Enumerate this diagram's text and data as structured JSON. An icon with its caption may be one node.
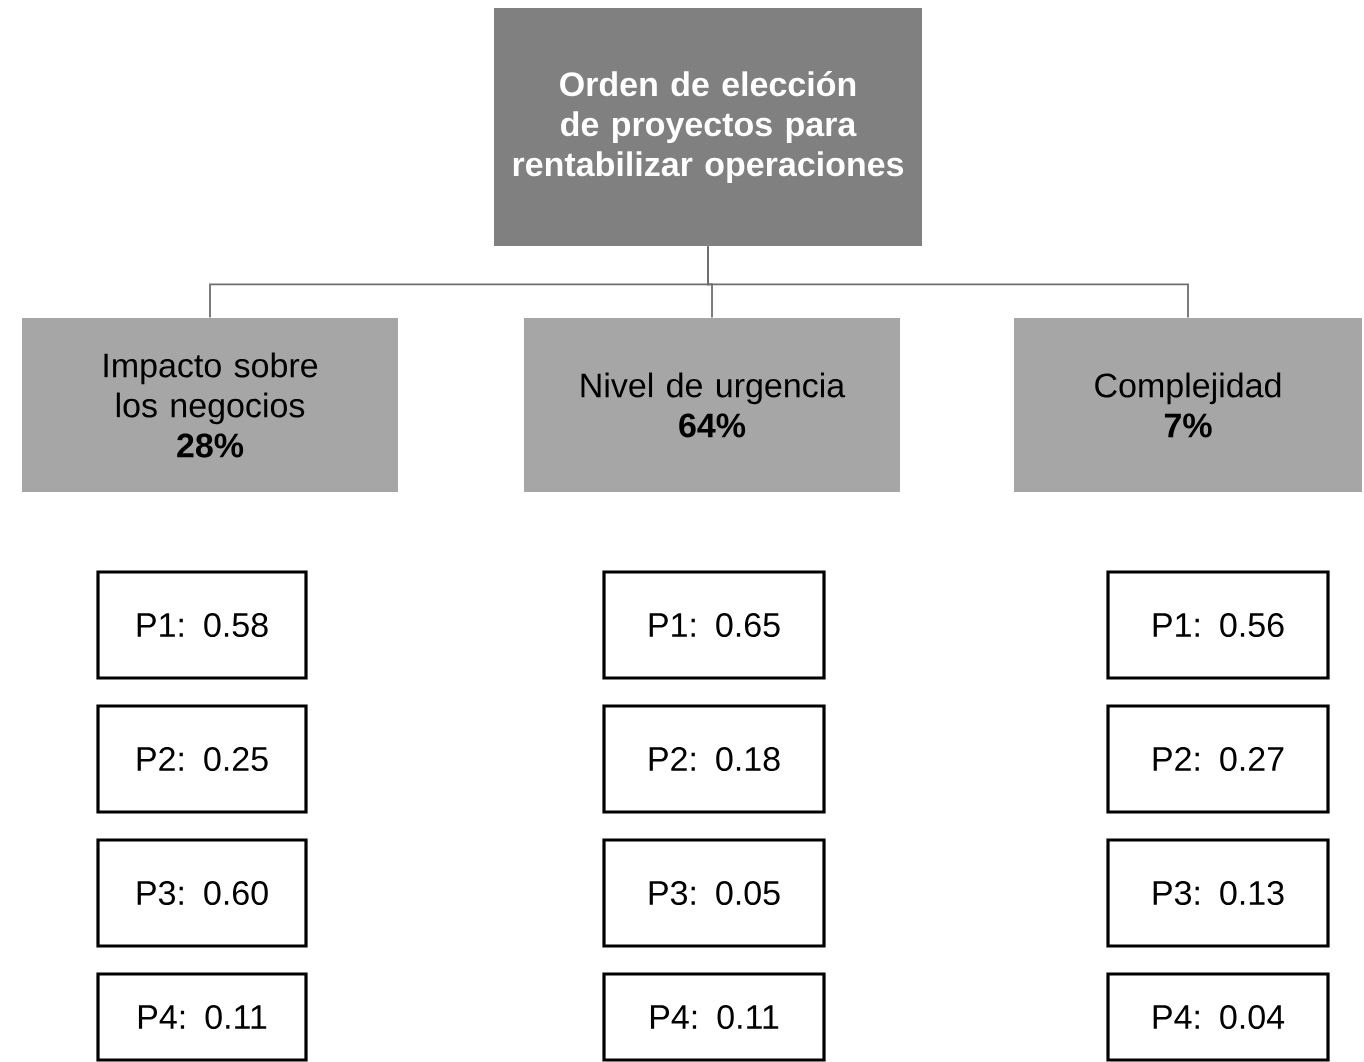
{
  "diagram": {
    "nodes": [
      {
        "text": [
          "Orden de elección de proyectos para rentabilizar operaciones"
        ]
      },
      {
        "text": [
          "Impacto sobre los negocios",
          "28%"
        ]
      },
      {
        "text": [
          "Nivel de urgencia",
          "64%"
        ]
      },
      {
        "text": [
          "Complejidad",
          "7%"
        ]
      },
      {
        "text": [
          "P1: 0.58"
        ]
      },
      {
        "text": [
          "P1: 0.65"
        ]
      },
      {
        "text": [
          "P1: 0.56"
        ]
      },
      {
        "text": [
          "P2: 0.25"
        ]
      },
      {
        "text": [
          "P2: 0.18"
        ]
      },
      {
        "text": [
          "P2: 0.27"
        ]
      },
      {
        "text": [
          "P3: 0.60"
        ]
      },
      {
        "text": [
          "P3: 0.05"
        ]
      },
      {
        "text": [
          "P3: 0.13"
        ]
      },
      {
        "text": [
          "P4: 0.11"
        ]
      },
      {
        "text": [
          "P4: 0.11"
        ]
      },
      {
        "text": [
          "P4: 0.04"
        ]
      }
    ],
    "edges": [
      {
        "from": 0,
        "to": 1,
        "arrow": "none"
      },
      {
        "from": 0,
        "to": 2,
        "arrow": "none"
      },
      {
        "from": 0,
        "to": 3,
        "arrow": "none"
      }
    ]
  }
}
